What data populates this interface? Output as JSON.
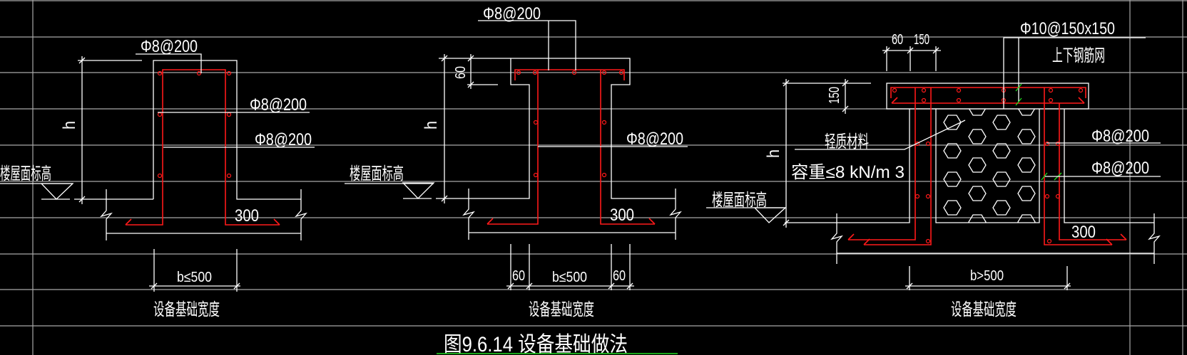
{
  "title": "图9.6.14   设备基础做法",
  "drawing_1": {
    "rebar_top": "Φ8@200",
    "rebar_mid": "Φ8@200",
    "rebar_low": "Φ8@200",
    "height_dim": "h",
    "floor_label": "楼屋面标高",
    "turnout": "300",
    "width_dim": "b≤500",
    "caption": "设备基础宽度"
  },
  "drawing_2": {
    "rebar_top": "Φ8@200",
    "rebar_side": "Φ8@200",
    "height_dim": "h",
    "cap_dim": "60",
    "floor_label": "楼屋面标高",
    "turnout": "300",
    "left_dim": "60",
    "width_dim": "b≤500",
    "right_dim": "60",
    "caption": "设备基础宽度"
  },
  "drawing_3": {
    "mesh_rebar": "Φ10@150x150",
    "mesh_note": "上下钢筋网",
    "top_dim_a": "60",
    "top_dim_b": "150",
    "slab_dim": "150",
    "height_dim": "h",
    "fill_material": "轻质材料",
    "fill_density": "容重≤8  kN/m 3",
    "rebar_upper": "Φ8@200",
    "rebar_lower": "Φ8@200",
    "floor_label": "楼屋面标高",
    "turnout": "300",
    "width_dim": "b>500",
    "caption": "设备基础宽度"
  },
  "colors": {
    "background": "#000000",
    "grid": "#a8a8a8",
    "outline": "#ffffff",
    "rebar": "#ff1a1a",
    "accent": "#22dd22"
  }
}
